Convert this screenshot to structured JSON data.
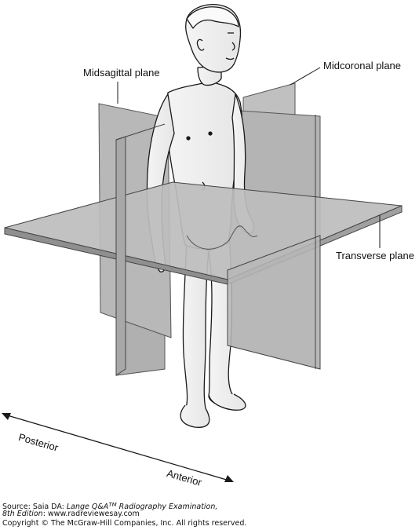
{
  "labels": {
    "midsagittal": "Midsagittal plane",
    "midcoronal": "Midcoronal plane",
    "transverse": "Transverse plane",
    "posterior": "Posterior",
    "anterior": "Anterior"
  },
  "source": {
    "prefix": "Source: Saia DA: ",
    "book_title": "Lange Q&A",
    "tm": "TM",
    "book_rest": " Radiography Examination,",
    "edition": "8th Edition",
    "url": ": www.radreviewesay.com",
    "copyright": "Copyright © The McGraw-Hill Companies, Inc. All rights reserved."
  },
  "colors": {
    "plane_fill": "#b4b4b4",
    "plane_edge": "#8a8a8a",
    "outline": "#1a1a1a"
  }
}
